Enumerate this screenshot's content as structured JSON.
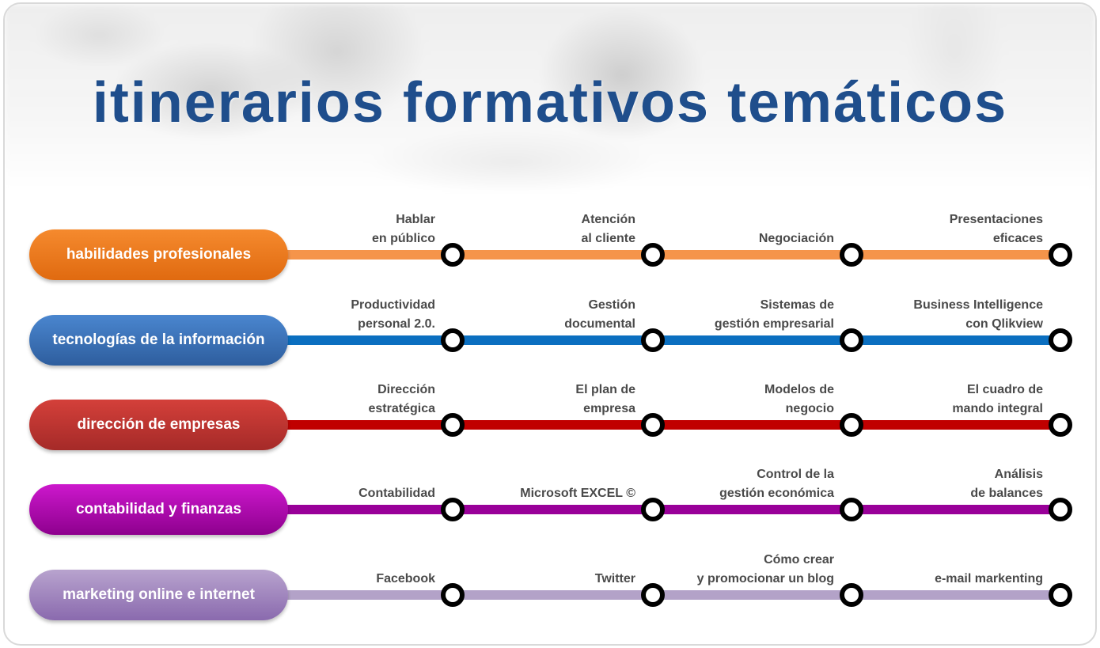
{
  "title": "itinerarios formativos temáticos",
  "title_color": "#1F4E8C",
  "routes": [
    {
      "name": "habilidades profesionales",
      "pill_top": "#F58A2E",
      "pill_bottom": "#E06A10",
      "line_color": "#F5944A",
      "stations": [
        {
          "line1": "Hablar",
          "line2": "en público"
        },
        {
          "line1": "Atención",
          "line2": "al cliente"
        },
        {
          "line1": "",
          "line2": "Negociación"
        },
        {
          "line1": "Presentaciones",
          "line2": "eficaces"
        }
      ]
    },
    {
      "name": "tecnologías de la información",
      "pill_top": "#4A86CF",
      "pill_bottom": "#2E5E9E",
      "line_color": "#0B6FC0",
      "stations": [
        {
          "line1": "Productividad",
          "line2": "personal 2.0."
        },
        {
          "line1": "Gestión",
          "line2": "documental"
        },
        {
          "line1": "Sistemas de",
          "line2": "gestión empresarial"
        },
        {
          "line1": "Business Intelligence",
          "line2": "con Qlikview"
        }
      ]
    },
    {
      "name": "dirección de empresas",
      "pill_top": "#D4403A",
      "pill_bottom": "#A52A28",
      "line_color": "#C00000",
      "stations": [
        {
          "line1": "Dirección",
          "line2": "estratégica"
        },
        {
          "line1": "El plan de",
          "line2": "empresa"
        },
        {
          "line1": "Modelos de",
          "line2": "negocio"
        },
        {
          "line1": "El cuadro de",
          "line2": "mando integral"
        }
      ]
    },
    {
      "name": "contabilidad y finanzas",
      "pill_top": "#CC18CC",
      "pill_bottom": "#8E008E",
      "line_color": "#990099",
      "stations": [
        {
          "line1": "",
          "line2": "Contabilidad"
        },
        {
          "line1": "",
          "line2": "Microsoft EXCEL ©"
        },
        {
          "line1": "Control de la",
          "line2": "gestión económica"
        },
        {
          "line1": "Análisis",
          "line2": "de balances"
        }
      ]
    },
    {
      "name": "marketing online e internet",
      "pill_top": "#B8A3CE",
      "pill_bottom": "#8A6AAE",
      "line_color": "#B3A2C8",
      "stations": [
        {
          "line1": "",
          "line2": "Facebook"
        },
        {
          "line1": "",
          "line2": "Twitter"
        },
        {
          "line1": "Cómo crear",
          "line2": "y promocionar un blog"
        },
        {
          "line1": "",
          "line2": "e-mail markenting"
        }
      ]
    }
  ]
}
